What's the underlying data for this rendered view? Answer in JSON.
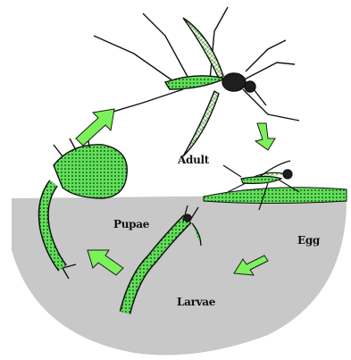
{
  "labels": {
    "adult": "Adult",
    "egg": "Egg",
    "larva": "Larvae",
    "pupa": "Pupae"
  },
  "colors": {
    "water": "#c8c8c8",
    "arrow": "#7cf25a",
    "body_green": "#5fe05a",
    "outline": "#111111"
  }
}
